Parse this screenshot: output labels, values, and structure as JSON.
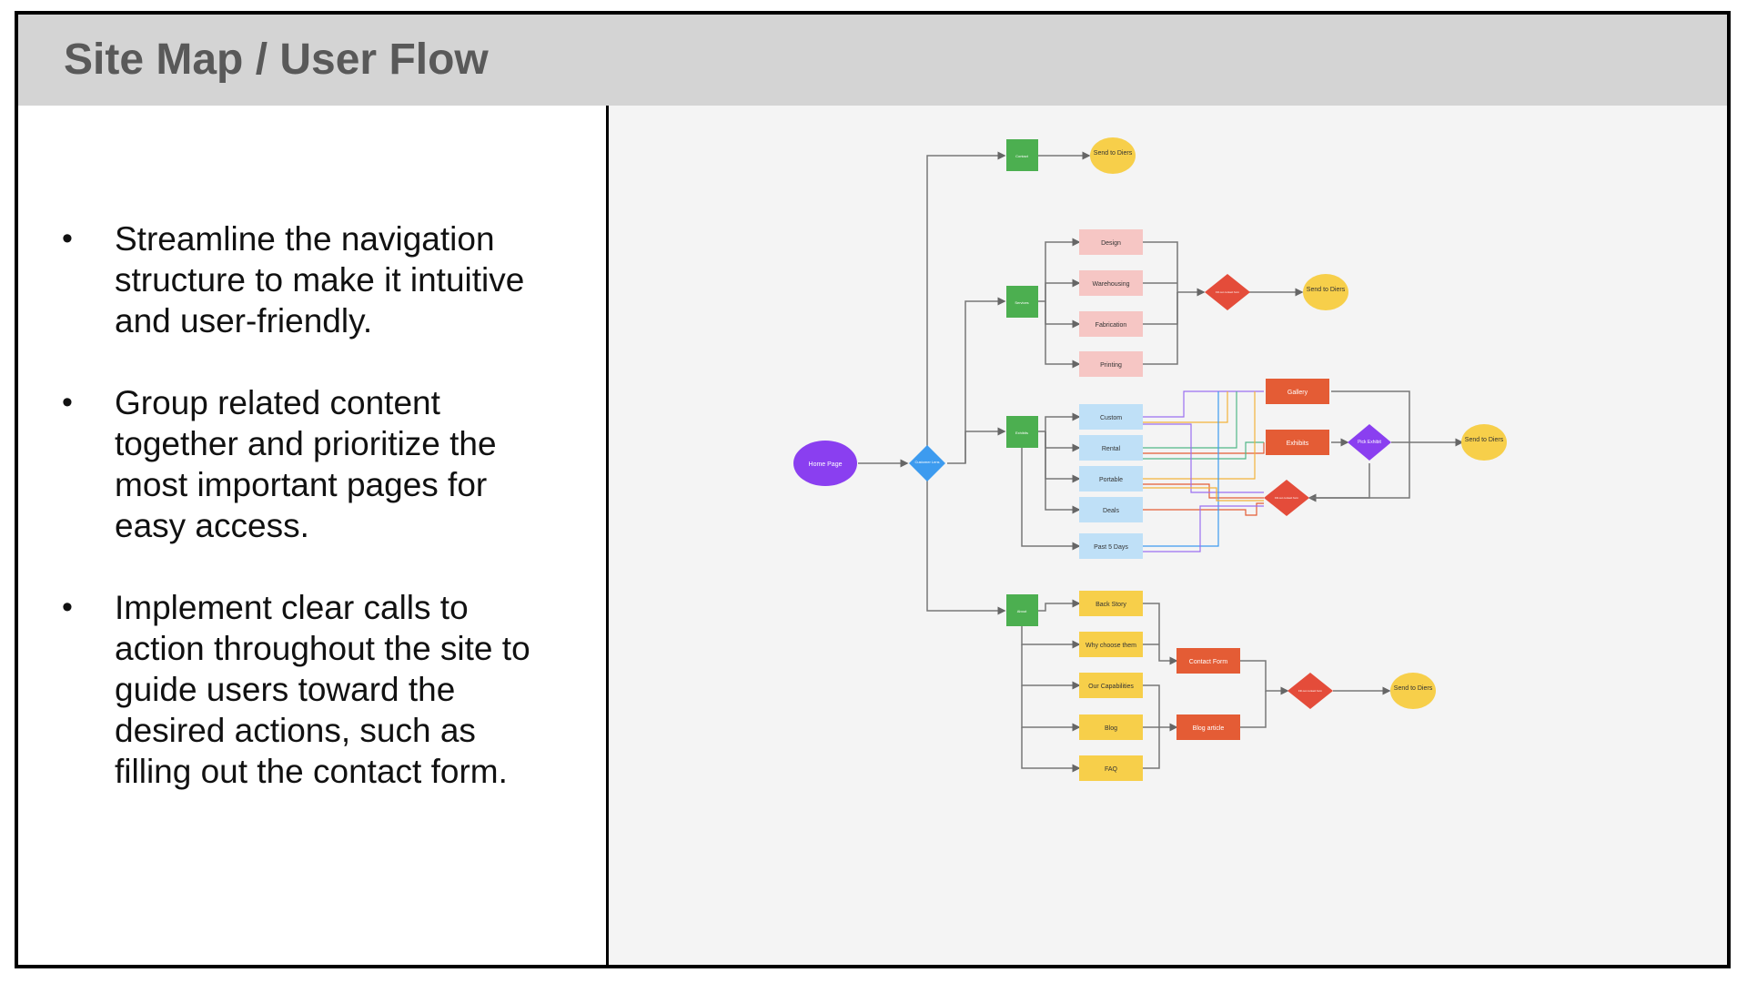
{
  "header": {
    "title": "Site Map / User Flow"
  },
  "bullets": [
    "Streamline the navigation structure to make it intuitive and user-friendly.",
    "Group related content together and prioritize the most important pages for easy access.",
    "Implement clear calls to action throughout the site to guide users toward the desired actions, such as filling out the contact form."
  ],
  "diagram": {
    "colors": {
      "green": "#4caf50",
      "pink": "#f6c6c4",
      "blue": "#bfe0f7",
      "yellow": "#f7cf4a",
      "orange": "#e45c35",
      "red_diamond": "#e44c3a",
      "purple": "#8a3ff0",
      "blue_diamond": "#3d9bef"
    },
    "nodes": {
      "home": "Home Page",
      "customer_lens": "Customer Lens",
      "contact": "Contact",
      "send_top": "Send to Diers",
      "services": "Services",
      "design": "Design",
      "warehousing": "Warehousing",
      "fabrication": "Fabrication",
      "printing": "Printing",
      "fill_services": "Fill out contact form",
      "send_services": "Send to Diers",
      "exhibits_green": "Exhibits",
      "custom": "Custom",
      "rental": "Rental",
      "portable": "Portable",
      "deals": "Deals",
      "past5": "Past 5 Days",
      "gallery": "Gallery",
      "exhibits": "Exhibits",
      "pick_exhibit": "Pick Exhibit",
      "send_exhibits": "Send to Diers",
      "fill_exhibits": "Fill out contact form",
      "about": "About",
      "back_story": "Back Story",
      "why_choose": "Why choose them",
      "capabilities": "Our Capabilities",
      "blog": "Blog",
      "faq": "FAQ",
      "contact_form": "Contact Form",
      "blog_article": "Blog article",
      "fill_about": "Fill out contact form",
      "send_about": "Send to Diers"
    }
  }
}
